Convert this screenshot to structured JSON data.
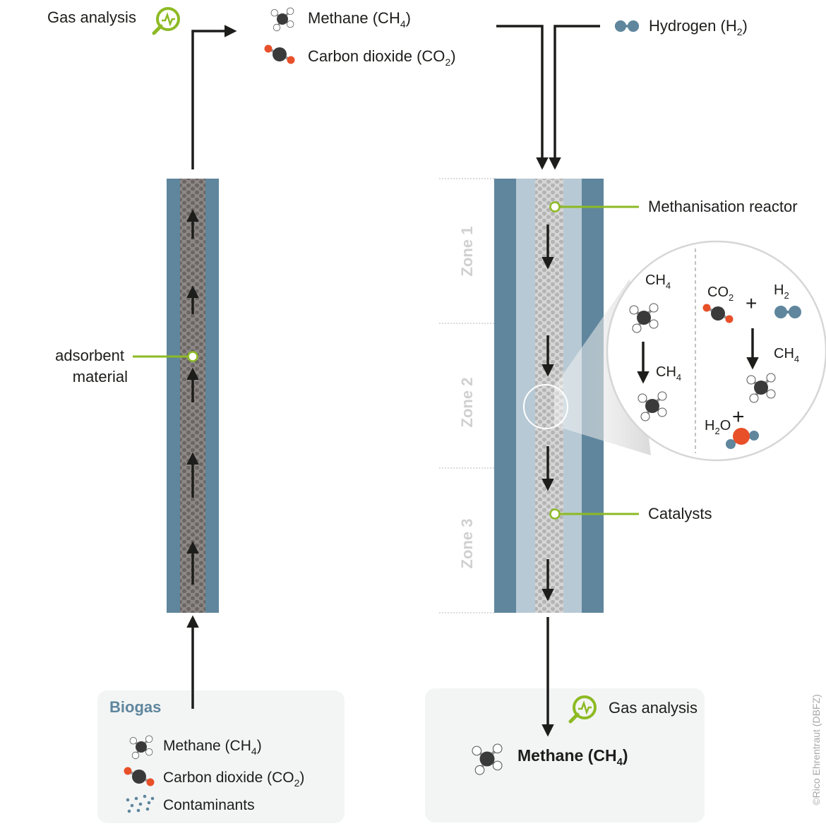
{
  "top_left": {
    "gas_analysis": "Gas analysis",
    "methane": "Methane (CH",
    "methane_sub": "4",
    "methane_close": ")",
    "co2": "Carbon dioxide (CO",
    "co2_sub": "2",
    "co2_close": ")"
  },
  "top_right": {
    "hydrogen": "Hydrogen (H",
    "hydrogen_sub": "2",
    "hydrogen_close": ")"
  },
  "column_left": {
    "adsorbent_line1": "adsorbent",
    "adsorbent_line2": "material"
  },
  "column_right": {
    "reactor": "Methanisation reactor",
    "catalysts": "Catalysts",
    "zones": [
      "Zone 1",
      "Zone 2",
      "Zone 3"
    ]
  },
  "zoom": {
    "ch4_a": "CH",
    "ch4_a_sub": "4",
    "ch4_b": "CH",
    "ch4_b_sub": "4",
    "co2": "CO",
    "co2_sub": "2",
    "plus1": "+",
    "h2": "H",
    "h2_sub": "2",
    "ch4_c": "CH",
    "ch4_c_sub": "4",
    "plus2": "+",
    "h2o_h": "H",
    "h2o_sub": "2",
    "h2o_o": "O"
  },
  "biogas_box": {
    "title": "Biogas",
    "methane": "Methane (CH",
    "methane_sub": "4",
    "methane_close": ")",
    "co2": "Carbon dioxide (CO",
    "co2_sub": "2",
    "co2_close": ")",
    "contaminants": "Contaminants"
  },
  "output_box": {
    "gas_analysis": "Gas analysis",
    "methane": "Methane (CH",
    "methane_sub": "4",
    "methane_close": ")"
  },
  "credit": "©Rico Ehrentraut (DBFZ)",
  "colors": {
    "wall": "#5f869d",
    "inner_wall": "#b7c9d4",
    "packing": "#7a7573",
    "catalyst": "#b5b5b5",
    "accent_green": "#8dba24",
    "biogas_title": "#5f869d",
    "oxygen": "#e8502a",
    "carbon": "#3a3a3a",
    "hydrogen_mol": "#5f869d"
  }
}
